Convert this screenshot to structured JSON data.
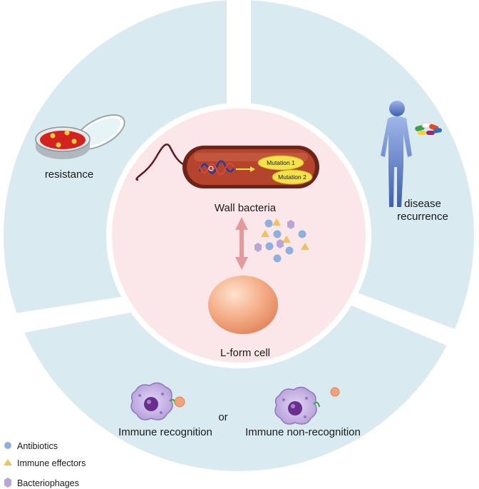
{
  "diagram": {
    "segments": {
      "top_left": "resistance",
      "right_line1": "disease",
      "right_line2": "recurrence",
      "bottom_left": "Immune recognition",
      "bottom_connector": "or",
      "bottom_right": "Immune non-recognition"
    },
    "center": {
      "mutation_1": "Mutation 1",
      "mutation_2": "Mutation 2",
      "wall_bacteria": "Wall bacteria",
      "lform_cell": "L-form cell"
    },
    "legend": [
      {
        "label": "Antibiotics",
        "icon": "circle-icon",
        "color": "#8fb0dc"
      },
      {
        "label": "Immune effectors",
        "icon": "triangle-icon",
        "color": "#f0c25a"
      },
      {
        "label": "Bacteriophages",
        "icon": "hexagon-icon",
        "color": "#b9a6d8"
      }
    ],
    "colors": {
      "ring": "#d9ebf1",
      "center": "#fbe7ea",
      "bacterium": "#b5442c",
      "lform": "#f0a37b",
      "arrow": "#e39a9a",
      "mutation": "#f3e24a",
      "macrophage": "#c7b4e6",
      "nucleus": "#6a2e8f"
    }
  }
}
